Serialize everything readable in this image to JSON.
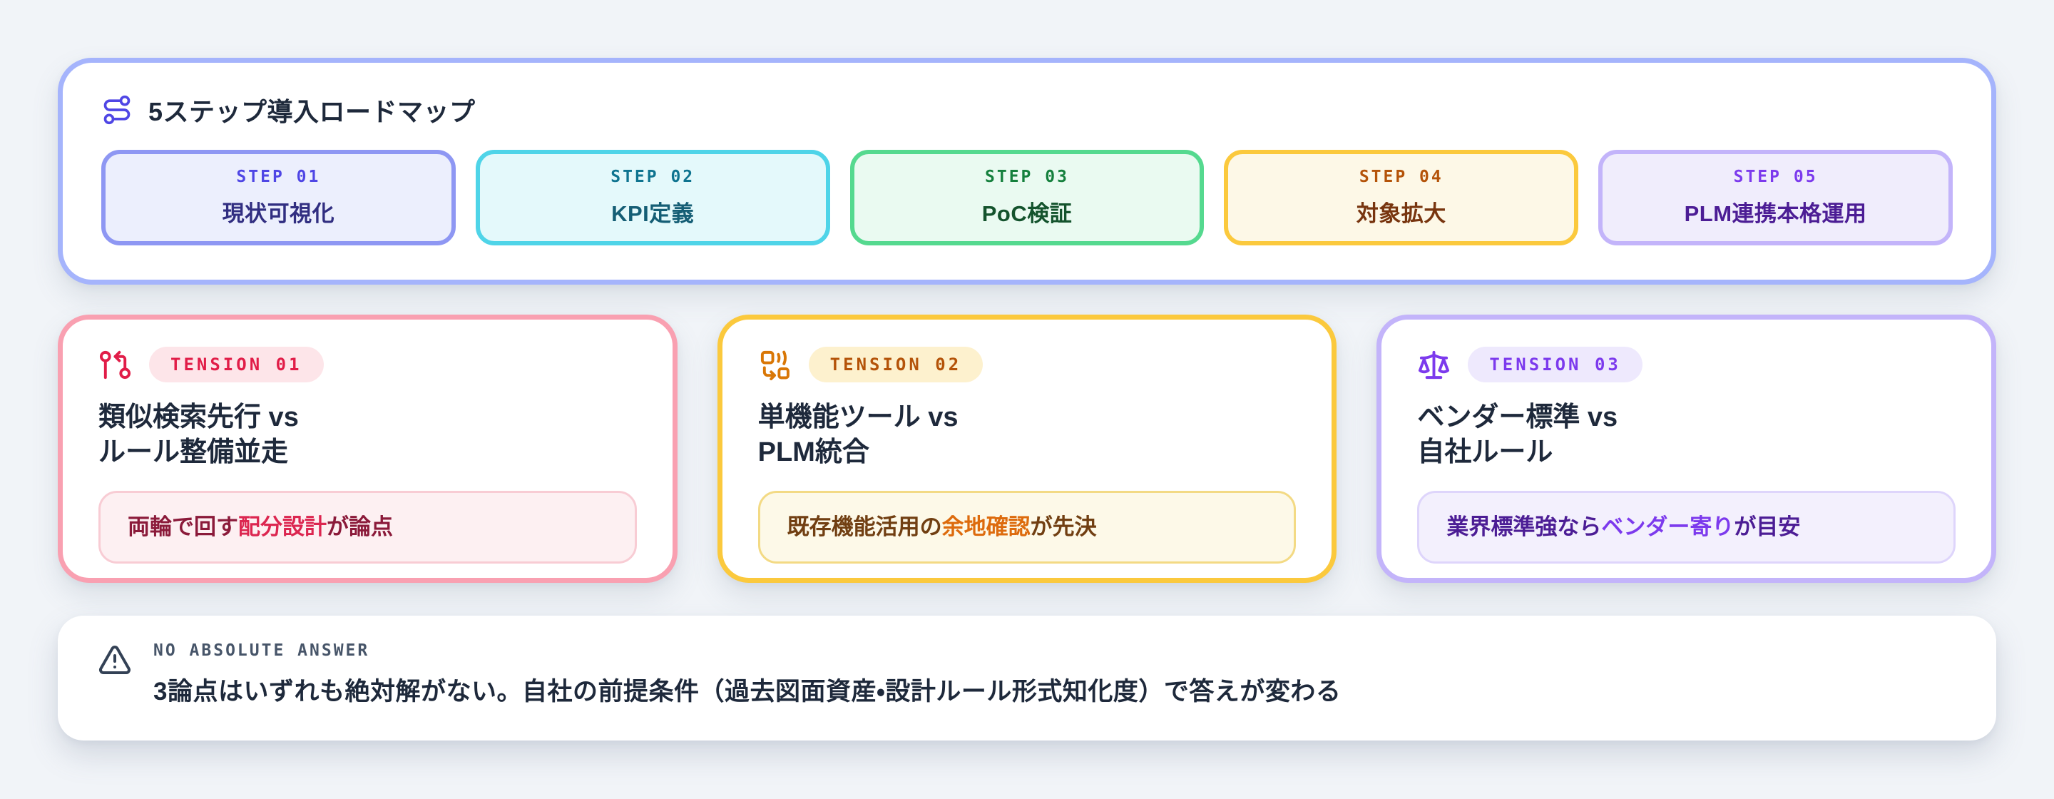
{
  "colors": {
    "page_bg": "#f1f4f8",
    "card_bg": "#ffffff",
    "roadmap_border": "#a5b4fc",
    "heading_text": "#1e293b"
  },
  "roadmap": {
    "icon": "route-icon",
    "title": "5ステップ導入ロードマップ",
    "steps": [
      {
        "label": "STEP 01",
        "name": "現状可視化",
        "border": "#8e97f3",
        "bg": "#eceffd",
        "label_color": "#4f46e5",
        "name_color": "#312e81"
      },
      {
        "label": "STEP 02",
        "name": "KPI定義",
        "border": "#4fd4e8",
        "bg": "#e4f9fb",
        "label_color": "#0e7490",
        "name_color": "#155e75"
      },
      {
        "label": "STEP 03",
        "name": "PoC検証",
        "border": "#55d98f",
        "bg": "#eafaf1",
        "label_color": "#15803d",
        "name_color": "#14532d"
      },
      {
        "label": "STEP 04",
        "name": "対象拡大",
        "border": "#fbc93d",
        "bg": "#fdf8e7",
        "label_color": "#b45309",
        "name_color": "#78350f"
      },
      {
        "label": "STEP 05",
        "name": "PLM連携本格運用",
        "border": "#c3b4fa",
        "bg": "#f0edfc",
        "label_color": "#7c3aed",
        "name_color": "#4c1d95"
      }
    ]
  },
  "tensions": [
    {
      "badge": "TENSION 01",
      "icon": "git-pull-request-icon",
      "accent": "#e11d48",
      "border": "#f9a0b1",
      "title_line1": "類似検索先行 vs",
      "title_line2": "ルール整備並走",
      "note": {
        "pre": "両輪で回す",
        "highlight": "配分設計",
        "post": "が論点",
        "bg": "#fdf0f2",
        "border": "#f8ccd4",
        "text_color": "#8b1a3a",
        "highlight_color": "#dc2650"
      }
    },
    {
      "badge": "TENSION 02",
      "icon": "replace-icon",
      "accent": "#d97706",
      "border": "#fbc93d",
      "title_line1": "単機能ツール vs",
      "title_line2": "PLM統合",
      "note": {
        "pre": "既存機能活用の",
        "highlight": "余地確認",
        "post": "が先決",
        "bg": "#fdf9e8",
        "border": "#f3da84",
        "text_color": "#713f12",
        "highlight_color": "#dd6b0d"
      }
    },
    {
      "badge": "TENSION 03",
      "icon": "scale-icon",
      "accent": "#7c3aed",
      "border": "#c3b4fa",
      "title_line1": "ベンダー標準 vs",
      "title_line2": "自社ルール",
      "note": {
        "pre": "業界標準強なら",
        "highlight": "ベンダー寄り",
        "post": "が目安",
        "bg": "#f3f0fd",
        "border": "#ded5fb",
        "text_color": "#4c1d95",
        "highlight_color": "#7c3aed"
      }
    }
  ],
  "footer": {
    "icon": "warning-icon",
    "label": "NO ABSOLUTE ANSWER",
    "text": "3論点はいずれも絶対解がない。自社の前提条件（過去図面資産・設計ルール形式知化度）で答えが変わる"
  }
}
